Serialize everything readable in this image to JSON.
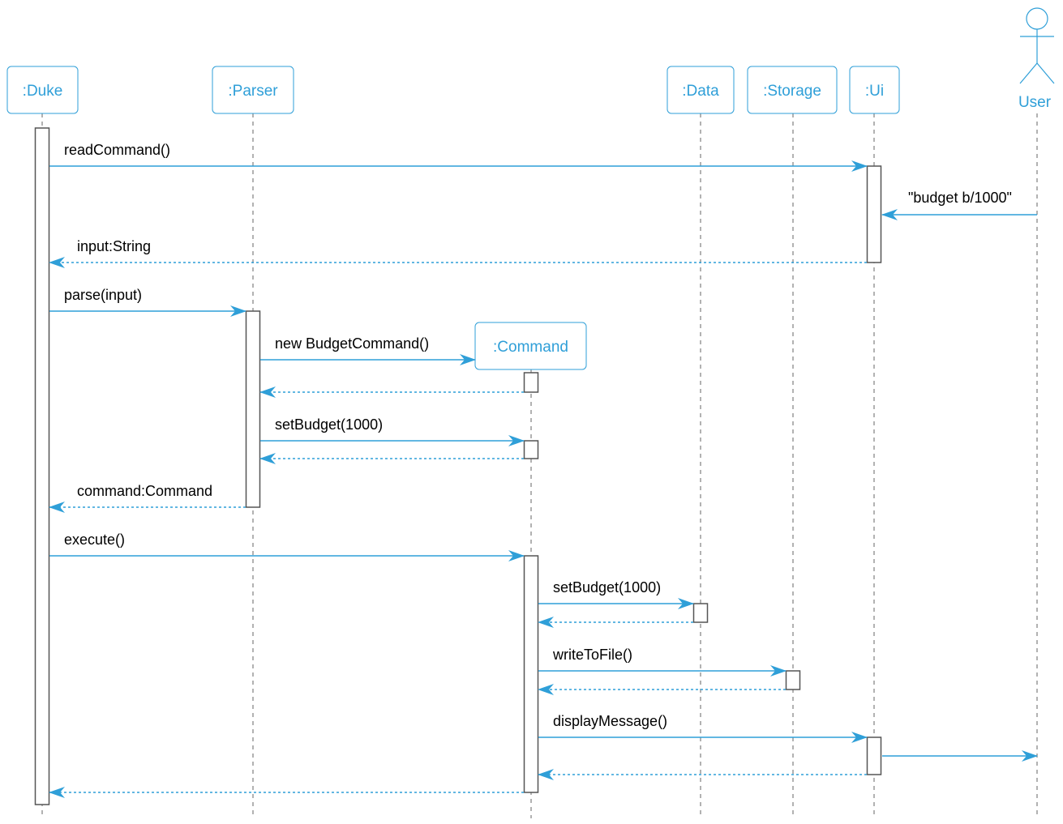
{
  "colors": {
    "accent": "#2f9fd8",
    "activation_border": "#555555",
    "text": "#000000",
    "background": "#ffffff"
  },
  "participants": [
    {
      "id": "duke",
      "label": ":Duke",
      "kind": "object"
    },
    {
      "id": "parser",
      "label": ":Parser",
      "kind": "object"
    },
    {
      "id": "command",
      "label": ":Command",
      "kind": "object"
    },
    {
      "id": "data",
      "label": ":Data",
      "kind": "object"
    },
    {
      "id": "storage",
      "label": ":Storage",
      "kind": "object"
    },
    {
      "id": "ui",
      "label": ":Ui",
      "kind": "object"
    },
    {
      "id": "user",
      "label": "User",
      "kind": "actor"
    }
  ],
  "messages": [
    {
      "from": "duke",
      "to": "ui",
      "label": "readCommand()",
      "kind": "call"
    },
    {
      "from": "user",
      "to": "ui",
      "label": "\"budget b/1000\"",
      "kind": "call"
    },
    {
      "from": "ui",
      "to": "duke",
      "label": "input:String",
      "kind": "return"
    },
    {
      "from": "duke",
      "to": "parser",
      "label": "parse(input)",
      "kind": "call"
    },
    {
      "from": "parser",
      "to": "command",
      "label": "new BudgetCommand()",
      "kind": "create"
    },
    {
      "from": "command",
      "to": "parser",
      "label": "",
      "kind": "return"
    },
    {
      "from": "parser",
      "to": "command",
      "label": "setBudget(1000)",
      "kind": "call"
    },
    {
      "from": "command",
      "to": "parser",
      "label": "",
      "kind": "return"
    },
    {
      "from": "parser",
      "to": "duke",
      "label": "command:Command",
      "kind": "return"
    },
    {
      "from": "duke",
      "to": "command",
      "label": "execute()",
      "kind": "call"
    },
    {
      "from": "command",
      "to": "data",
      "label": "setBudget(1000)",
      "kind": "call"
    },
    {
      "from": "data",
      "to": "command",
      "label": "",
      "kind": "return"
    },
    {
      "from": "command",
      "to": "storage",
      "label": "writeToFile()",
      "kind": "call"
    },
    {
      "from": "storage",
      "to": "command",
      "label": "",
      "kind": "return"
    },
    {
      "from": "command",
      "to": "ui",
      "label": "displayMessage()",
      "kind": "call"
    },
    {
      "from": "ui",
      "to": "user",
      "label": "",
      "kind": "call"
    },
    {
      "from": "ui",
      "to": "command",
      "label": "",
      "kind": "return"
    },
    {
      "from": "command",
      "to": "duke",
      "label": "",
      "kind": "return"
    }
  ]
}
